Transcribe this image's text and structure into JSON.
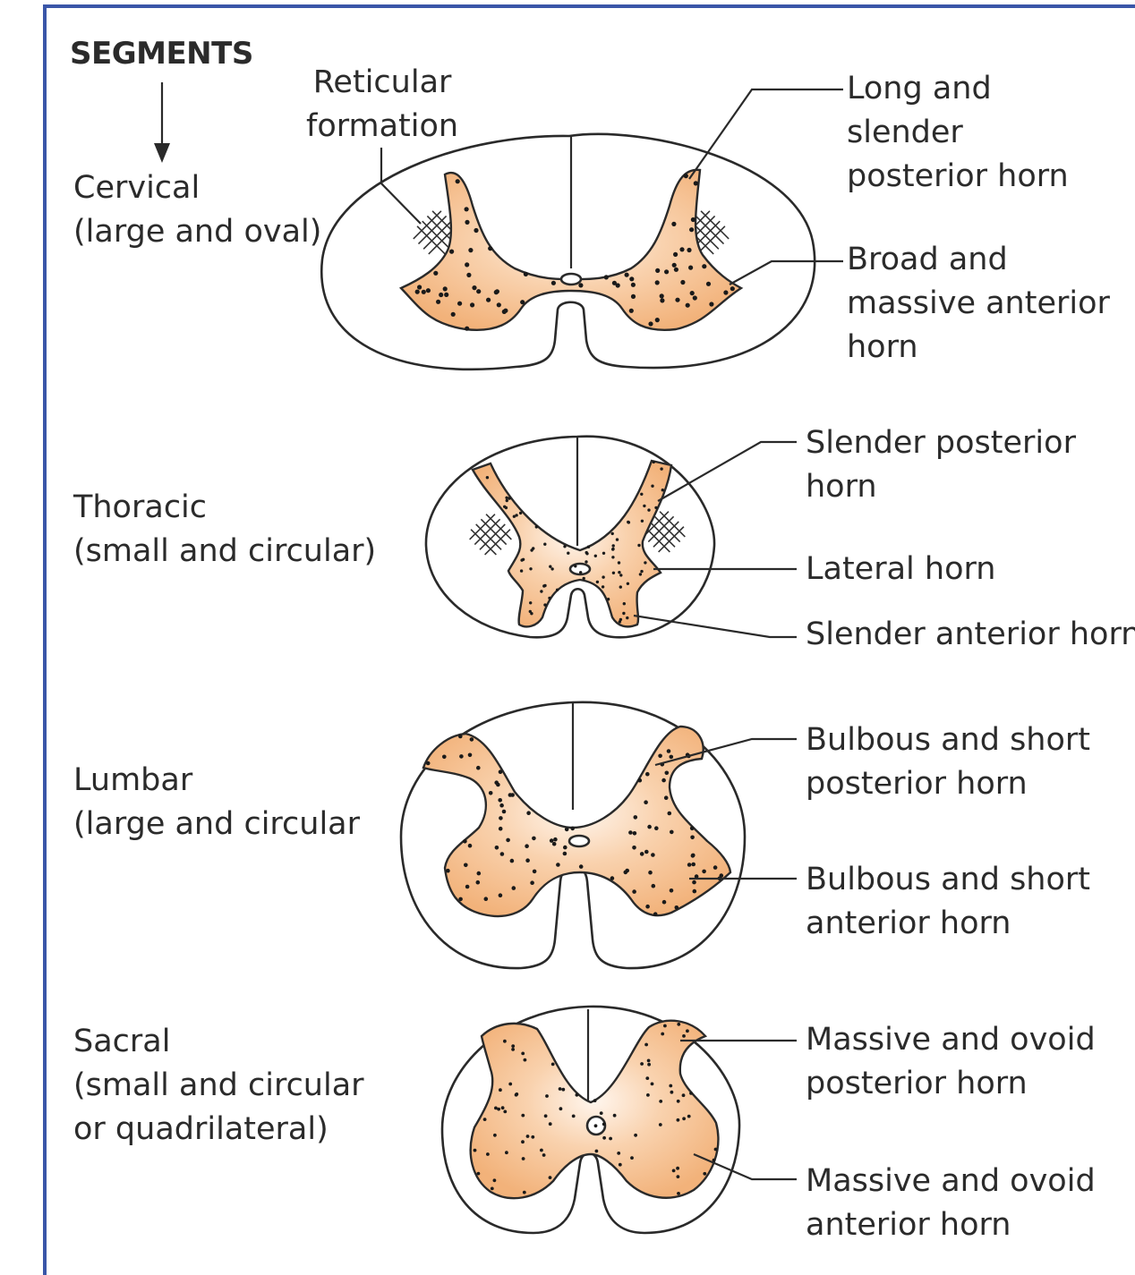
{
  "header": {
    "title": "SEGMENTS"
  },
  "colors": {
    "grey_matter": "#f2b27a",
    "grey_matter_light": "#fde9d6",
    "frame": "#3a56a8"
  },
  "segments": [
    {
      "name": "Cervical",
      "shape": "(large and oval)",
      "labels": [
        {
          "id": "reticular",
          "text": "Reticular\nformation"
        },
        {
          "id": "posterior",
          "text": "Long and\nslender\nposterior horn"
        },
        {
          "id": "anterior",
          "text": "Broad and\nmassive anterior\nhorn"
        }
      ]
    },
    {
      "name": "Thoracic",
      "shape": "(small and circular)",
      "labels": [
        {
          "id": "posterior",
          "text": "Slender posterior\nhorn"
        },
        {
          "id": "lateral",
          "text": "Lateral horn"
        },
        {
          "id": "anterior",
          "text": "Slender anterior horn"
        }
      ]
    },
    {
      "name": "Lumbar",
      "shape": "(large and circular",
      "labels": [
        {
          "id": "posterior",
          "text": "Bulbous and short\nposterior horn"
        },
        {
          "id": "anterior",
          "text": "Bulbous and short\nanterior horn"
        }
      ]
    },
    {
      "name": "Sacral",
      "shape": "(small and circular\nor quadrilateral)",
      "labels": [
        {
          "id": "posterior",
          "text": "Massive and ovoid\nposterior horn"
        },
        {
          "id": "anterior",
          "text": "Massive and ovoid\nanterior horn"
        }
      ]
    }
  ]
}
